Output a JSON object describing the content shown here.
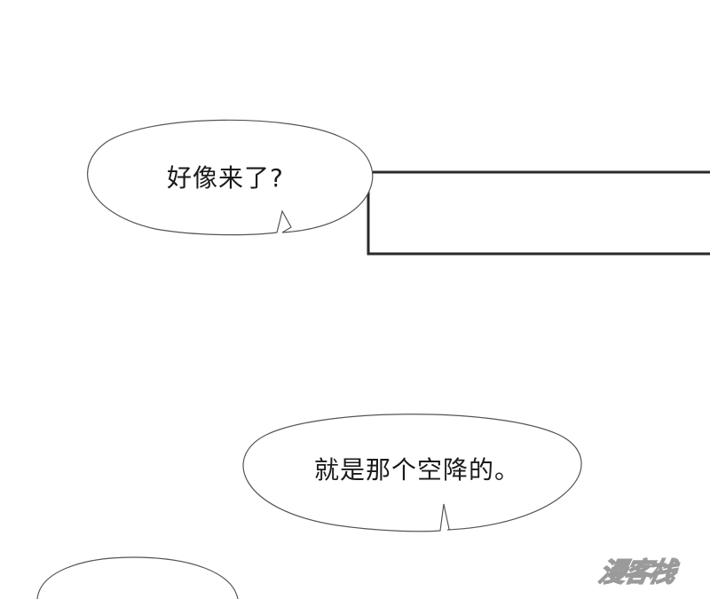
{
  "panel": {
    "background_color": "#ffffff",
    "line_color": "#2a2a2a"
  },
  "bubbles": [
    {
      "text": "好像来了?"
    },
    {
      "text": "就是那个空降的。"
    },
    {
      "text": ""
    }
  ],
  "watermark": {
    "text": "漫客栈",
    "color": "#9a9a9a"
  }
}
